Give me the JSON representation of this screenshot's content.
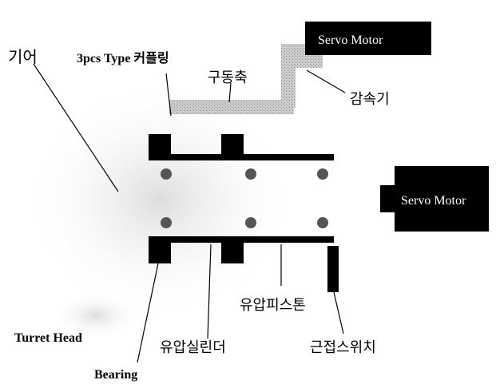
{
  "colors": {
    "background": "#ffffff",
    "solid": "#000000",
    "shaft": "#b4b4b4",
    "bearing_ball": "#555555",
    "haze": "#e6e6e6"
  },
  "labels": {
    "gear": "기어",
    "coupling": "3pcs Type 커플링",
    "drive_shaft": "구동축",
    "reducer": "감속기",
    "servo_motor_top": "Servo Motor",
    "servo_motor_right": "Servo Motor",
    "turret_head": "Turret Head",
    "bearing": "Bearing",
    "hydraulic_cylinder": "유압실린더",
    "hydraulic_piston": "유압피스톤",
    "proximity_switch": "근접스위치"
  }
}
